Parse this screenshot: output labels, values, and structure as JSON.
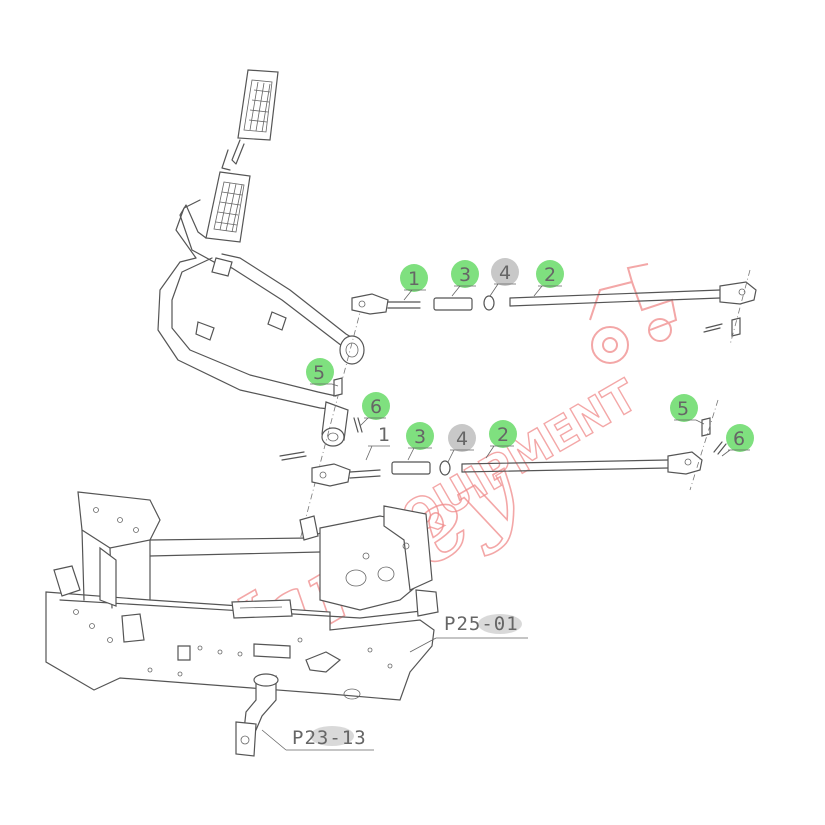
{
  "callouts": {
    "upper_1": "1",
    "upper_3": "3",
    "upper_4": "4",
    "upper_2": "2",
    "left_5": "5",
    "left_6": "6",
    "lower_1": "1",
    "lower_3": "3",
    "lower_4": "4",
    "lower_2": "2",
    "right_5": "5",
    "right_6": "6"
  },
  "references": {
    "frame": "P25-01",
    "pivot": "P23-13"
  },
  "watermark": {
    "script": "Varney",
    "word": "EQUIPMENT"
  },
  "colors": {
    "highlight_green": "#7fe07f",
    "highlight_gray": "#c8c8c8",
    "watermark_red": "#f08a8a",
    "line_gray": "#555555"
  }
}
